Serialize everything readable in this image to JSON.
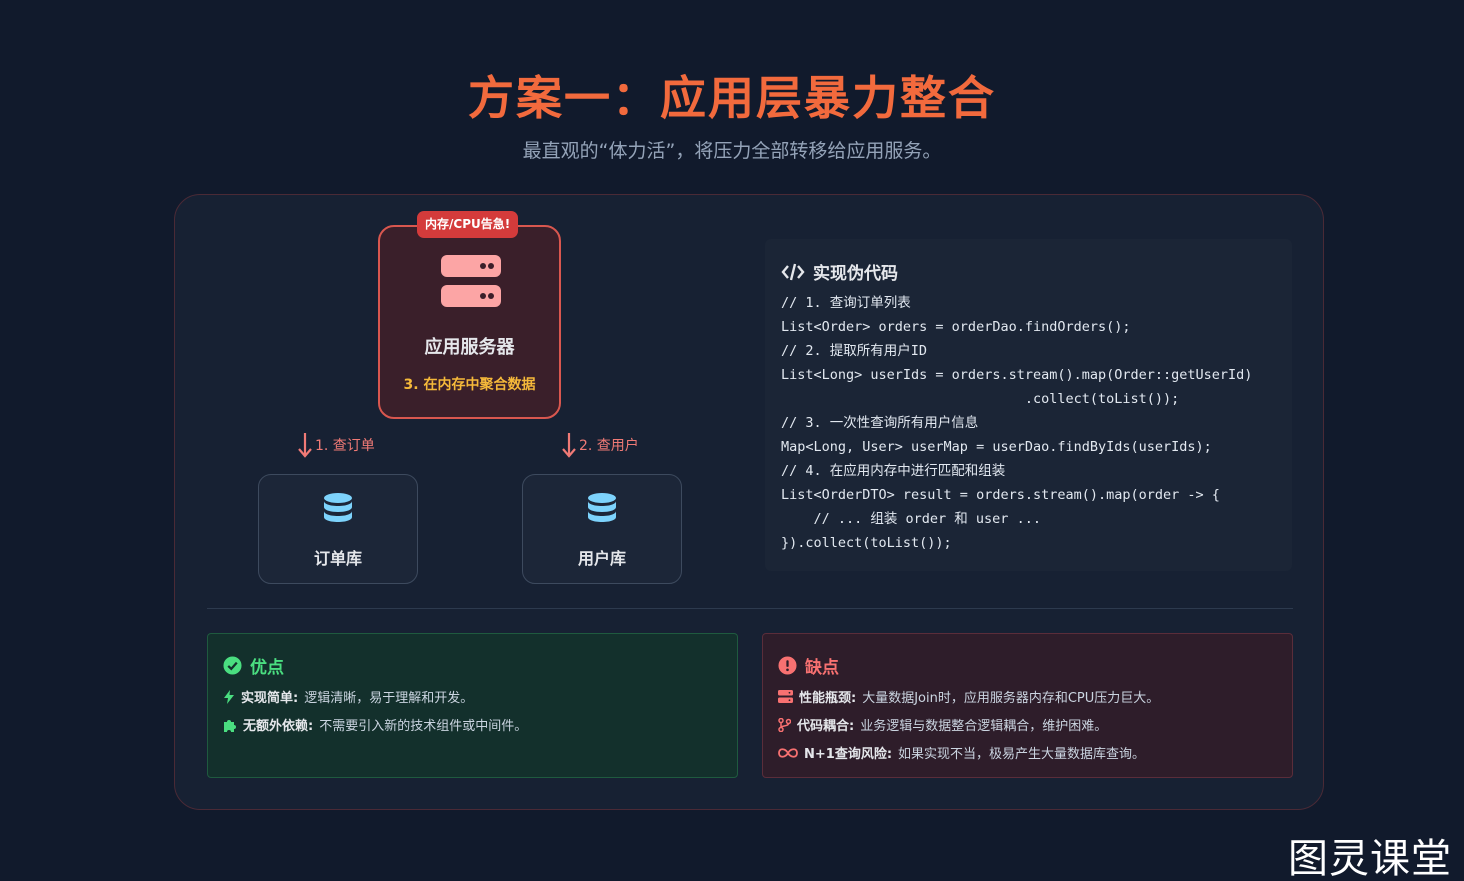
{
  "title": "方案一：应用层暴力整合",
  "subtitle": "最直观的“体力活”，将压力全部转移给应用服务。",
  "server": {
    "badge": "内存/CPU告急!",
    "label": "应用服务器",
    "note": "3. 在内存中聚合数据"
  },
  "arrows": [
    {
      "label": "1. 查订单"
    },
    {
      "label": "2. 查用户"
    }
  ],
  "databases": [
    {
      "label": "订单库"
    },
    {
      "label": "用户库"
    }
  ],
  "code": {
    "title": "实现伪代码",
    "lines": [
      "// 1. 查询订单列表",
      "List<Order> orders = orderDao.findOrders();",
      "// 2. 提取所有用户ID",
      "List<Long> userIds = orders.stream().map(Order::getUserId)",
      "                              .collect(toList());",
      "// 3. 一次性查询所有用户信息",
      "Map<Long, User> userMap = userDao.findByIds(userIds);",
      "// 4. 在应用内存中进行匹配和组装",
      "List<OrderDTO> result = orders.stream().map(order -> {",
      "    // ... 组装 order 和 user ...",
      "}).collect(toList());"
    ]
  },
  "pros": {
    "title": "优点",
    "items": [
      {
        "icon": "bolt-icon",
        "label": "实现简单:",
        "text": "逻辑清晰，易于理解和开发。"
      },
      {
        "icon": "puzzle-icon",
        "label": "无额外依赖:",
        "text": "不需要引入新的技术组件或中间件。"
      }
    ]
  },
  "cons": {
    "title": "缺点",
    "items": [
      {
        "icon": "server-icon",
        "label": "性能瓶颈:",
        "text": "大量数据Join时，应用服务器内存和CPU压力巨大。"
      },
      {
        "icon": "branch-icon",
        "label": "代码耦合:",
        "text": "业务逻辑与数据整合逻辑耦合，维护困难。"
      },
      {
        "icon": "infinity-icon",
        "label": "N+1查询风险:",
        "text": "如果实现不当，极易产生大量数据库查询。"
      }
    ]
  },
  "watermark": "图灵课堂",
  "colors": {
    "background": "#111a2c",
    "title": "#f26a3d",
    "danger": "#d43b3b",
    "warning": "#f5b93a",
    "success": "#4ade80",
    "db_icon": "#7dd3fc"
  }
}
